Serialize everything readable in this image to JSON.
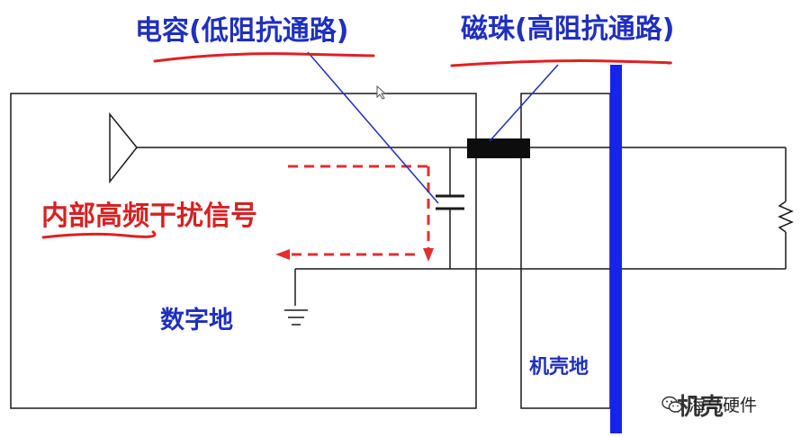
{
  "labels": {
    "capacitor": "电容(低阻抗通路)",
    "ferrite_bead": "磁珠(高阻抗通路)",
    "internal_noise": "内部高频干扰信号",
    "digital_ground": "数字地",
    "chassis_ground": "机壳地",
    "chassis_partial": "机壳"
  },
  "watermark": {
    "text": "海马硬件",
    "icon": "wechat-icon"
  },
  "colors": {
    "line": "#1a1a1a",
    "annotation_blue": "#1f2fbf",
    "chassis_bar": "#1524e8",
    "noise_red": "#e03030",
    "underline_red": "#e02020"
  }
}
